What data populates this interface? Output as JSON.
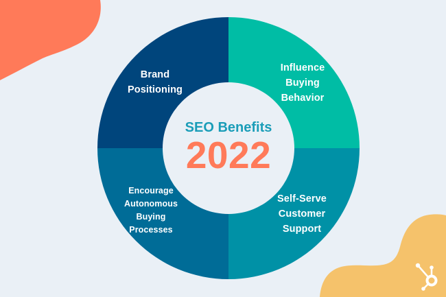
{
  "diagram": {
    "title": "SEO Benefits",
    "year": "2022",
    "segments": [
      {
        "id": "brand-positioning",
        "position": "top-left",
        "lines": [
          "Brand",
          "Positioning"
        ],
        "color": "#00457c"
      },
      {
        "id": "influence-buying-behavior",
        "position": "top-right",
        "lines": [
          "Influence",
          "Buying",
          "Behavior"
        ],
        "color": "#00bda5"
      },
      {
        "id": "encourage-autonomous-buying-processes",
        "position": "bottom-left",
        "lines": [
          "Encourage",
          "Autonomous",
          "Buying",
          "Processes"
        ],
        "color": "#006c97"
      },
      {
        "id": "self-serve-customer-support",
        "position": "bottom-right",
        "lines": [
          "Self-Serve",
          "Customer",
          "Support"
        ],
        "color": "#0091a6"
      }
    ]
  },
  "colors": {
    "background": "#eaf0f6",
    "title": "#1a9db8",
    "year": "#ff7a59",
    "blob_top_left": "#ff7a59",
    "blob_bottom_right": "#f5c26b",
    "logo": "#ffffff"
  },
  "brand": {
    "logo_icon": "hubspot-sprocket-icon"
  }
}
